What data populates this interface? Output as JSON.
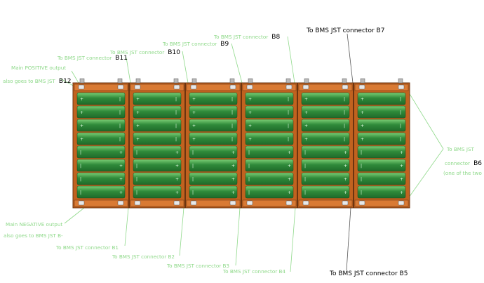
{
  "colors": {
    "label_green": "#8fd98a",
    "frame": "#c1621f",
    "cell": "#2f8a3a",
    "cell_light": "#7bcf75",
    "leader": "#8fd98a",
    "text_dark": "#000000"
  },
  "labels": {
    "b7": {
      "text": "To BMS JST connector B7"
    },
    "b8": {
      "prefix": "To BMS JST connector",
      "id": "B8"
    },
    "b9": {
      "prefix": "To BMS JST connector",
      "id": "B9"
    },
    "b10": {
      "prefix": "To BMS JST connector",
      "id": "B10"
    },
    "b11": {
      "prefix": "To BMS JST connector",
      "id": "B11"
    },
    "b12": {
      "line1": "Main POSITIVE output",
      "line2": "also goes to BMS JST",
      "id": "B12"
    },
    "b6": {
      "line1": "To BMS JST",
      "line2": "connector",
      "id": "B6",
      "line3": "(one of the two"
    },
    "neg": {
      "line1": "Main NEGATIVE output",
      "line2": "also goes to BMS JST B-"
    },
    "b1": {
      "text": "To BMS JST connector B1"
    },
    "b2": {
      "text": "To BMS JST connector B2"
    },
    "b3": {
      "text": "To BMS JST connector B3"
    },
    "b4": {
      "text": "To BMS JST connector B4"
    },
    "b5": {
      "text": "To BMS JST connector B5"
    }
  },
  "pack": {
    "modules": 6,
    "cells_per_module": 8
  }
}
